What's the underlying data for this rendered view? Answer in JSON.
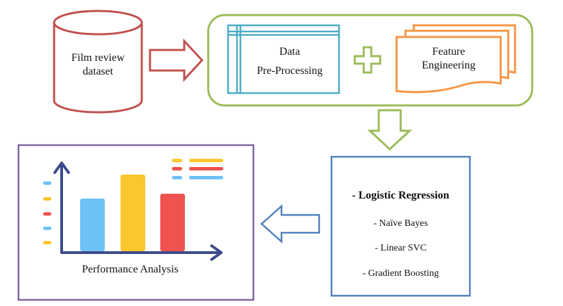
{
  "dataset": {
    "line1": "Film review",
    "line2": "dataset"
  },
  "preprocessing": {
    "line1": "Data",
    "line2": "Pre-Processing"
  },
  "feature": {
    "line1": "Feature",
    "line2": "Engineering"
  },
  "models": {
    "primary": "- Logistic Regression",
    "items": [
      "- Naïve Bayes",
      "- Linear SVC",
      "- Gradient Boosting"
    ]
  },
  "analysis": {
    "label": "Performance Analysis"
  },
  "colors": {
    "dataset": "#c0504d",
    "pipeline": "#9bbb59",
    "table": "#4bacc6",
    "feature": "#f79646",
    "models": "#4f81bd",
    "analysis": "#8064a2",
    "axis": "#3c4a8c",
    "bar_blue": "#6ec1f5",
    "bar_yellow": "#fcc62d",
    "bar_red": "#ee5350"
  },
  "chart_icon": {
    "bars": [
      0.55,
      0.8,
      0.6
    ]
  }
}
